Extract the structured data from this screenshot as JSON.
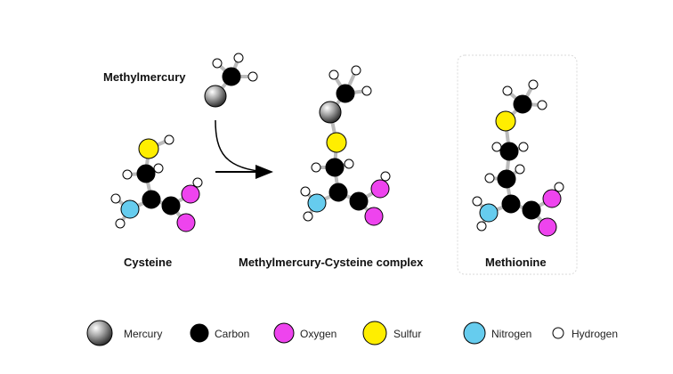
{
  "labels": {
    "methylmercury": "Methylmercury",
    "cysteine": "Cysteine",
    "complex": "Methylmercury-Cysteine complex",
    "methionine": "Methionine"
  },
  "legend": [
    {
      "key": "mercury",
      "label": "Mercury"
    },
    {
      "key": "carbon",
      "label": "Carbon"
    },
    {
      "key": "oxygen",
      "label": "Oxygen"
    },
    {
      "key": "sulfur",
      "label": "Sulfur"
    },
    {
      "key": "nitrogen",
      "label": "Nitrogen"
    },
    {
      "key": "hydrogen",
      "label": "Hydrogen"
    }
  ],
  "colors": {
    "mercury": "#8a8a8a",
    "carbon": "#000000",
    "oxygen": "#ee44ee",
    "sulfur": "#ffee00",
    "nitrogen": "#66ccee",
    "hydrogen": "#ffffff",
    "bond": "#bbbbbb",
    "arrow": "#000000",
    "highlight_box": "#d8d8d8"
  }
}
